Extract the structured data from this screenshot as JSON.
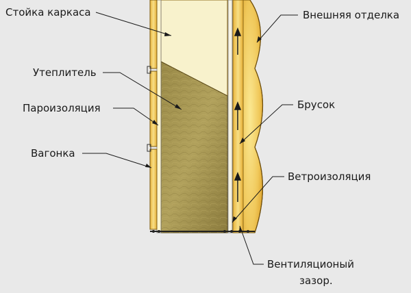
{
  "labels": {
    "frame_post": "Стойка каркаса",
    "insulation": "Утеплитель",
    "vapor_barrier": "Пароизоляция",
    "lining": "Вагонка",
    "exterior_finish": "Внешняя отделка",
    "batten": "Брусок",
    "wind_barrier": "Ветроизоляция",
    "vent_gap_line1": "Вентиляционый",
    "vent_gap_line2": "зазор."
  }
}
